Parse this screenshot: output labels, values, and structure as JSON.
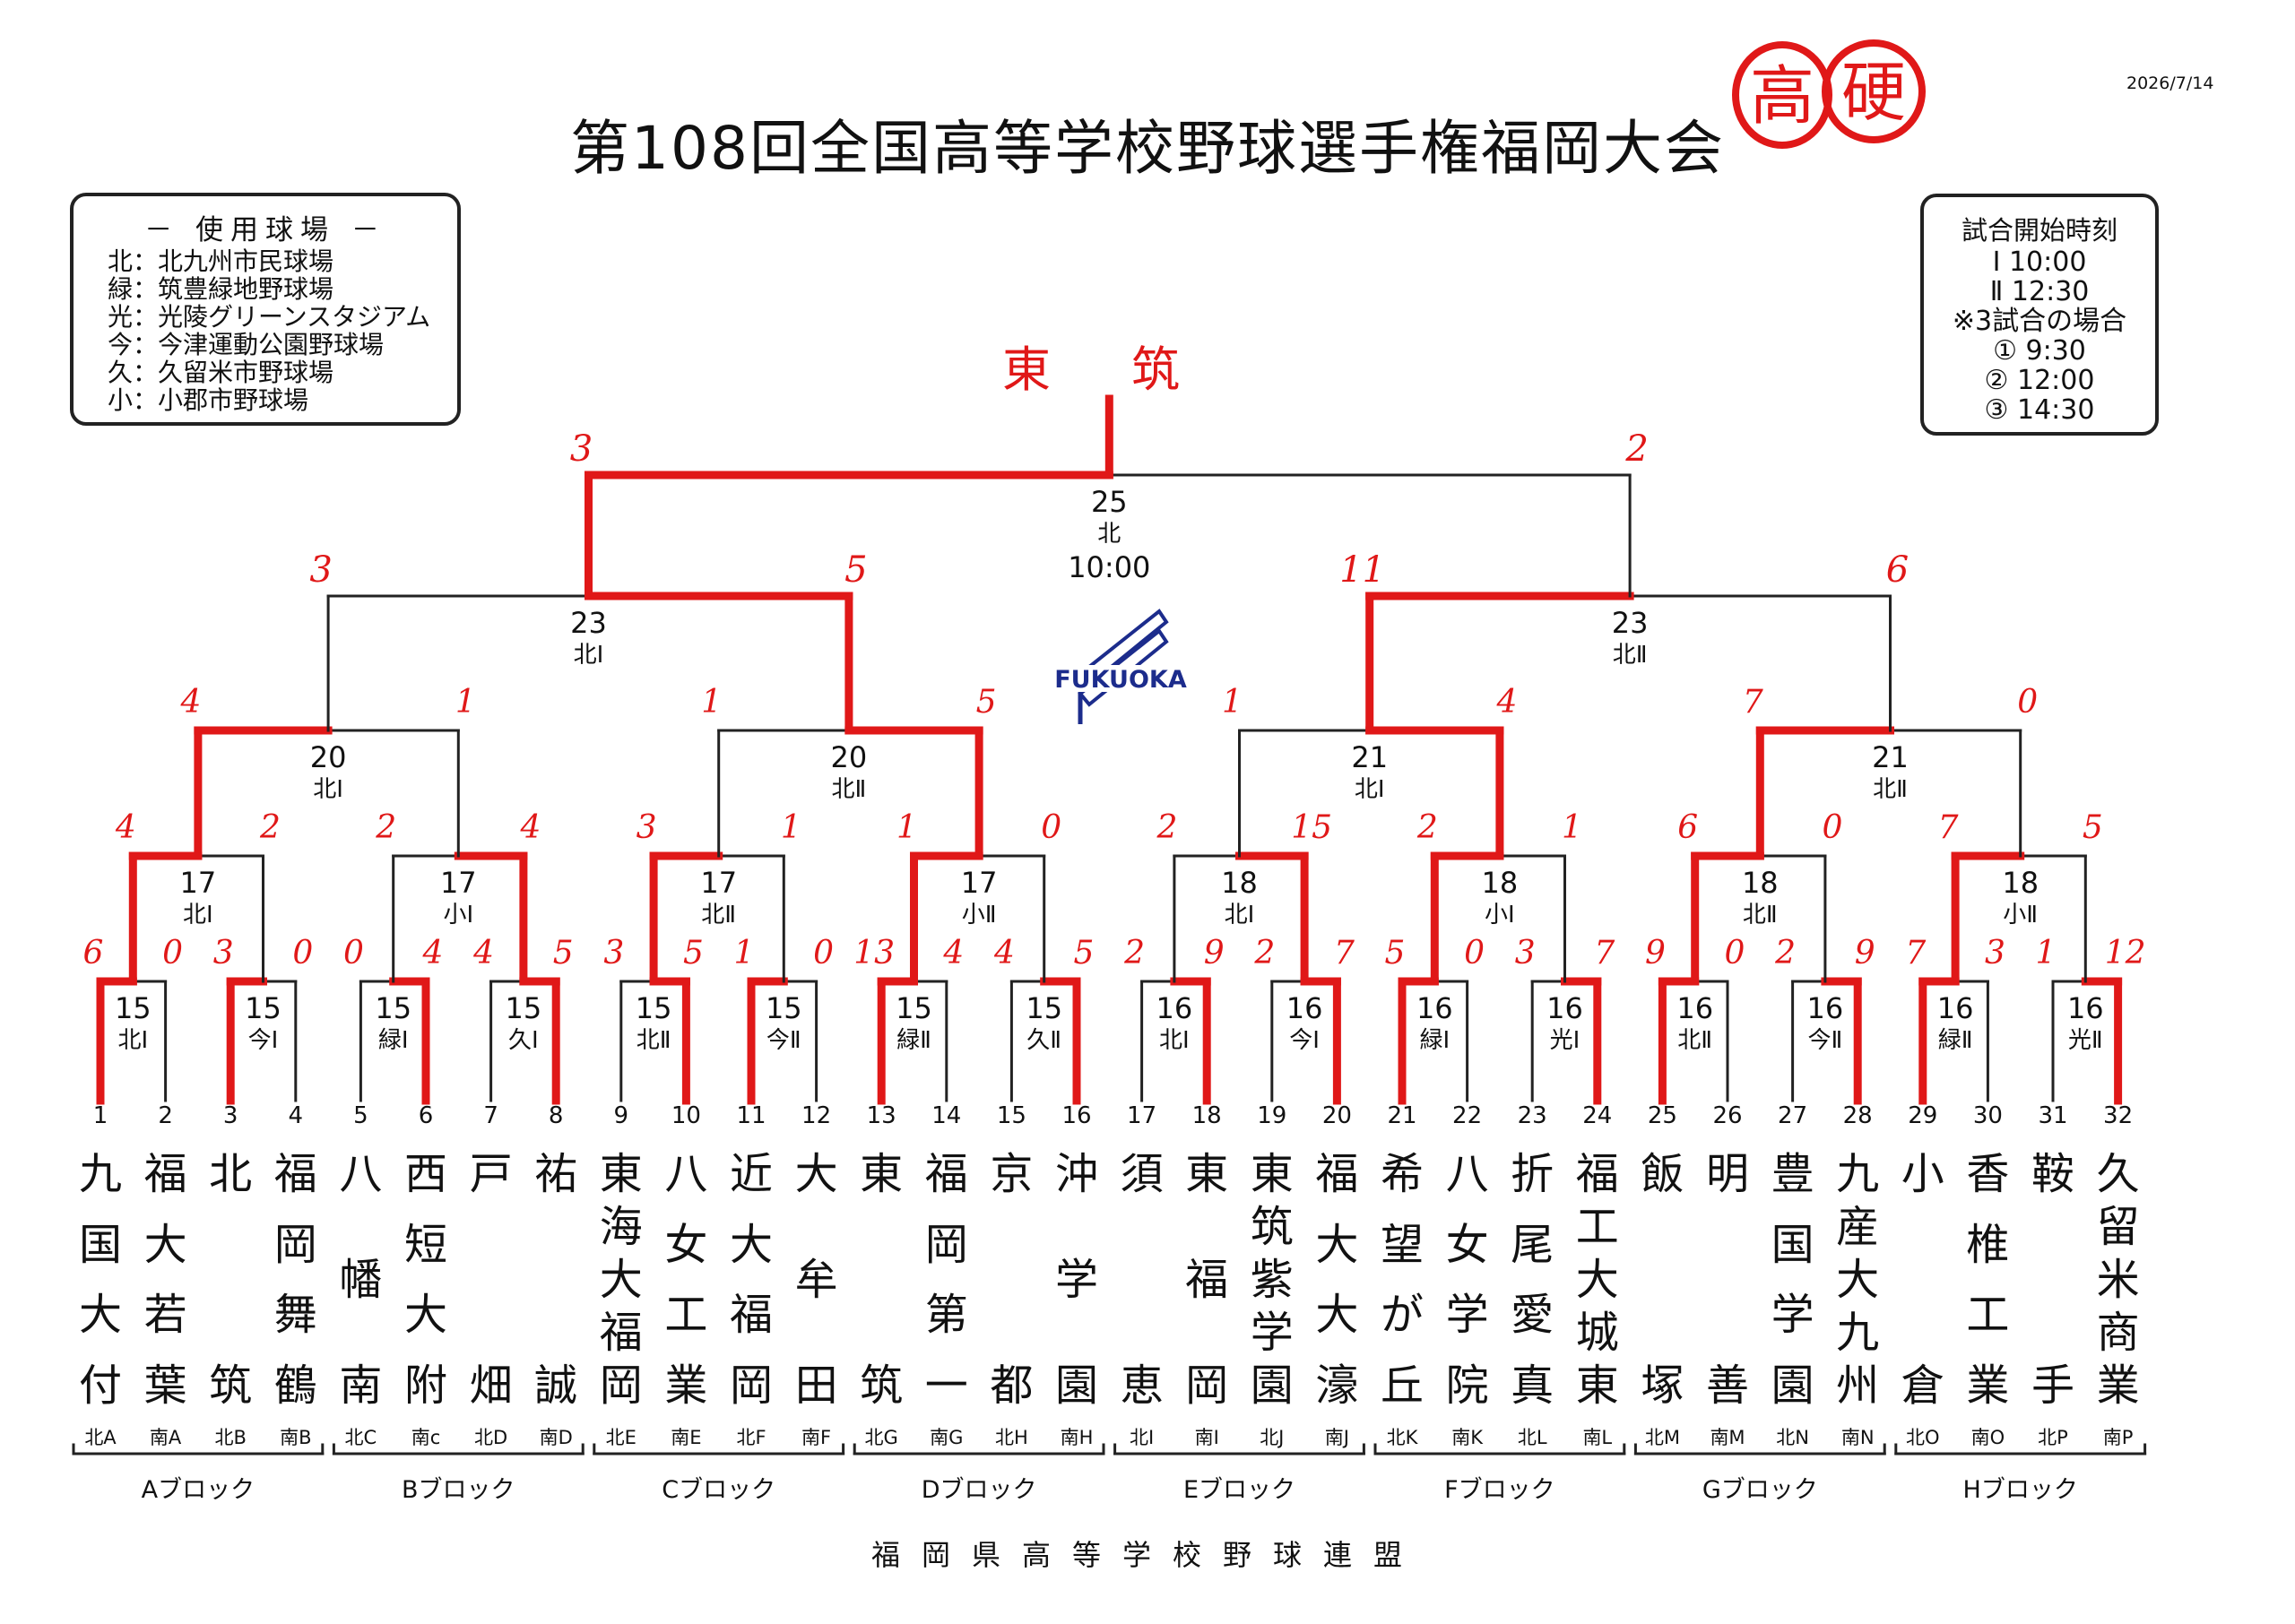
{
  "date": "2026/7/14",
  "title": "第108回全国高等学校野球選手権福岡大会",
  "footer": "福岡県高等学校野球連盟",
  "logo_text": "FUKUOKA",
  "stamp_text": "高硬",
  "champion_handwritten": [
    "東",
    "筑"
  ],
  "colors": {
    "ink": "#111111",
    "handwriting": "#e01818"
  },
  "legend": {
    "title": "－ 使用球場 －",
    "items": [
      "北：北九州市民球場",
      "緑：筑豊緑地野球場",
      "光：光陵グリーンスタジアム",
      "今：今津運動公園野球場",
      "久：久留米市野球場",
      "小：小郡市野球場"
    ]
  },
  "start_times": {
    "title": "試合開始時刻",
    "items": [
      "Ⅰ 10:00",
      "Ⅱ 12:30",
      "※3試合の場合",
      "① 9:30",
      "② 12:00",
      "③ 14:30"
    ]
  },
  "teams": [
    {
      "no": "1",
      "name": [
        "九",
        "国",
        "大",
        "付"
      ],
      "seed": "北A"
    },
    {
      "no": "2",
      "name": [
        "福",
        "大",
        "若",
        "葉"
      ],
      "seed": "南A"
    },
    {
      "no": "3",
      "name": [
        "北",
        "",
        "",
        "筑"
      ],
      "seed": "北B"
    },
    {
      "no": "4",
      "name": [
        "福",
        "岡",
        "舞",
        "鶴"
      ],
      "seed": "南B"
    },
    {
      "no": "5",
      "name": [
        "八",
        "幡",
        "南"
      ],
      "seed": "北C"
    },
    {
      "no": "6",
      "name": [
        "西",
        "短",
        "大",
        "附"
      ],
      "seed": "南c"
    },
    {
      "no": "7",
      "name": [
        "戸",
        "",
        "",
        "畑"
      ],
      "seed": "北D"
    },
    {
      "no": "8",
      "name": [
        "祐",
        "",
        "",
        "誠"
      ],
      "seed": "南D"
    },
    {
      "no": "9",
      "name": [
        "東",
        "海",
        "大",
        "福",
        "岡"
      ],
      "seed": "北E"
    },
    {
      "no": "10",
      "name": [
        "八",
        "女",
        "工",
        "業"
      ],
      "seed": "南E"
    },
    {
      "no": "11",
      "name": [
        "近",
        "大",
        "福",
        "岡"
      ],
      "seed": "北F"
    },
    {
      "no": "12",
      "name": [
        "大",
        "牟",
        "田"
      ],
      "seed": "南F"
    },
    {
      "no": "13",
      "name": [
        "東",
        "",
        "",
        "筑"
      ],
      "seed": "北G"
    },
    {
      "no": "14",
      "name": [
        "福",
        "岡",
        "第",
        "一"
      ],
      "seed": "南G"
    },
    {
      "no": "15",
      "name": [
        "京",
        "",
        "",
        "都"
      ],
      "seed": "北H"
    },
    {
      "no": "16",
      "name": [
        "沖",
        "学",
        "園"
      ],
      "seed": "南H"
    },
    {
      "no": "17",
      "name": [
        "須",
        "",
        "",
        "恵"
      ],
      "seed": "北I"
    },
    {
      "no": "18",
      "name": [
        "東",
        "福",
        "岡"
      ],
      "seed": "南I"
    },
    {
      "no": "19",
      "name": [
        "東",
        "筑",
        "紫",
        "学",
        "園"
      ],
      "seed": "北J"
    },
    {
      "no": "20",
      "name": [
        "福",
        "大",
        "大",
        "濠"
      ],
      "seed": "南J"
    },
    {
      "no": "21",
      "name": [
        "希",
        "望",
        "が",
        "丘"
      ],
      "seed": "北K"
    },
    {
      "no": "22",
      "name": [
        "八",
        "女",
        "学",
        "院"
      ],
      "seed": "南K"
    },
    {
      "no": "23",
      "name": [
        "折",
        "尾",
        "愛",
        "真"
      ],
      "seed": "北L"
    },
    {
      "no": "24",
      "name": [
        "福",
        "工",
        "大",
        "城",
        "東"
      ],
      "seed": "南L"
    },
    {
      "no": "25",
      "name": [
        "飯",
        "",
        "",
        "塚"
      ],
      "seed": "北M"
    },
    {
      "no": "26",
      "name": [
        "明",
        "",
        "",
        "善"
      ],
      "seed": "南M"
    },
    {
      "no": "27",
      "name": [
        "豊",
        "国",
        "学",
        "園"
      ],
      "seed": "北N"
    },
    {
      "no": "28",
      "name": [
        "九",
        "産",
        "大",
        "九",
        "州"
      ],
      "seed": "南N"
    },
    {
      "no": "29",
      "name": [
        "小",
        "",
        "",
        "倉"
      ],
      "seed": "北O"
    },
    {
      "no": "30",
      "name": [
        "香",
        "椎",
        "工",
        "業"
      ],
      "seed": "南O"
    },
    {
      "no": "31",
      "name": [
        "鞍",
        "",
        "",
        "手"
      ],
      "seed": "北P"
    },
    {
      "no": "32",
      "name": [
        "久",
        "留",
        "米",
        "商",
        "業"
      ],
      "seed": "南P"
    }
  ],
  "blocks": [
    "Aブロック",
    "Bブロック",
    "Cブロック",
    "Dブロック",
    "Eブロック",
    "Fブロック",
    "Gブロック",
    "Hブロック"
  ],
  "games": {
    "r1": [
      {
        "d": "15",
        "v": "北Ⅰ",
        "s": [
          "6",
          "0"
        ],
        "w": 0
      },
      {
        "d": "15",
        "v": "今Ⅰ",
        "s": [
          "3",
          "0"
        ],
        "w": 0
      },
      {
        "d": "15",
        "v": "緑Ⅰ",
        "s": [
          "0",
          "4"
        ],
        "w": 1
      },
      {
        "d": "15",
        "v": "久Ⅰ",
        "s": [
          "4",
          "5"
        ],
        "w": 1
      },
      {
        "d": "15",
        "v": "北Ⅱ",
        "s": [
          "3",
          "5"
        ],
        "w": 1
      },
      {
        "d": "15",
        "v": "今Ⅱ",
        "s": [
          "1",
          "0"
        ],
        "w": 0
      },
      {
        "d": "15",
        "v": "緑Ⅱ",
        "s": [
          "13",
          "4"
        ],
        "w": 0
      },
      {
        "d": "15",
        "v": "久Ⅱ",
        "s": [
          "4",
          "5"
        ],
        "w": 1
      },
      {
        "d": "16",
        "v": "北Ⅰ",
        "s": [
          "2",
          "9"
        ],
        "w": 1
      },
      {
        "d": "16",
        "v": "今Ⅰ",
        "s": [
          "2",
          "7"
        ],
        "w": 1
      },
      {
        "d": "16",
        "v": "緑Ⅰ",
        "s": [
          "5",
          "0"
        ],
        "w": 0
      },
      {
        "d": "16",
        "v": "光Ⅰ",
        "s": [
          "3",
          "7"
        ],
        "w": 1
      },
      {
        "d": "16",
        "v": "北Ⅱ",
        "s": [
          "9",
          "0"
        ],
        "w": 0
      },
      {
        "d": "16",
        "v": "今Ⅱ",
        "s": [
          "2",
          "9"
        ],
        "w": 1
      },
      {
        "d": "16",
        "v": "緑Ⅱ",
        "s": [
          "7",
          "3"
        ],
        "w": 0
      },
      {
        "d": "16",
        "v": "光Ⅱ",
        "s": [
          "1",
          "12"
        ],
        "w": 1
      }
    ],
    "r2": [
      {
        "d": "17",
        "v": "北Ⅰ",
        "s": [
          "4",
          "2"
        ],
        "w": 0
      },
      {
        "d": "17",
        "v": "小Ⅰ",
        "s": [
          "2",
          "4"
        ],
        "w": 1
      },
      {
        "d": "17",
        "v": "北Ⅱ",
        "s": [
          "3",
          "1"
        ],
        "w": 0
      },
      {
        "d": "17",
        "v": "小Ⅱ",
        "s": [
          "1",
          "0"
        ],
        "w": 0
      },
      {
        "d": "18",
        "v": "北Ⅰ",
        "s": [
          "2",
          "15"
        ],
        "w": 1
      },
      {
        "d": "18",
        "v": "小Ⅰ",
        "s": [
          "2",
          "1"
        ],
        "w": 0
      },
      {
        "d": "18",
        "v": "北Ⅱ",
        "s": [
          "6",
          "0"
        ],
        "w": 0
      },
      {
        "d": "18",
        "v": "小Ⅱ",
        "s": [
          "7",
          "5"
        ],
        "w": 0
      }
    ],
    "r3": [
      {
        "d": "20",
        "v": "北Ⅰ",
        "s": [
          "4",
          "1"
        ],
        "w": 0
      },
      {
        "d": "20",
        "v": "北Ⅱ",
        "s": [
          "1",
          "5"
        ],
        "w": 1
      },
      {
        "d": "21",
        "v": "北Ⅰ",
        "s": [
          "1",
          "4"
        ],
        "w": 1
      },
      {
        "d": "21",
        "v": "北Ⅱ",
        "s": [
          "7",
          "0"
        ],
        "w": 0
      }
    ],
    "r4": [
      {
        "d": "23",
        "v": "北Ⅰ",
        "s": [
          "3",
          "5"
        ],
        "w": 1
      },
      {
        "d": "23",
        "v": "北Ⅱ",
        "s": [
          "11",
          "6"
        ],
        "w": 0
      }
    ],
    "r5": [
      {
        "d": "25",
        "v": "北",
        "t": "10:00",
        "s": [
          "3",
          "2"
        ],
        "w": 0
      }
    ]
  }
}
